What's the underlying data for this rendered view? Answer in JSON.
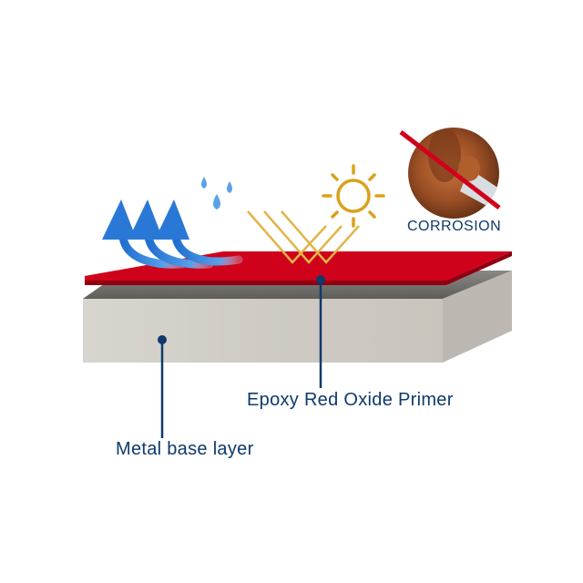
{
  "labels": {
    "primer": "Epoxy Red Oxide Primer",
    "metal": "Metal base layer",
    "corrosion": "CORROSION"
  },
  "colors": {
    "primer_red": "#d0021b",
    "label_blue": "#0e3a6b",
    "sun_gold": "#d9a21b",
    "water_blue": "#2f7fd8"
  }
}
